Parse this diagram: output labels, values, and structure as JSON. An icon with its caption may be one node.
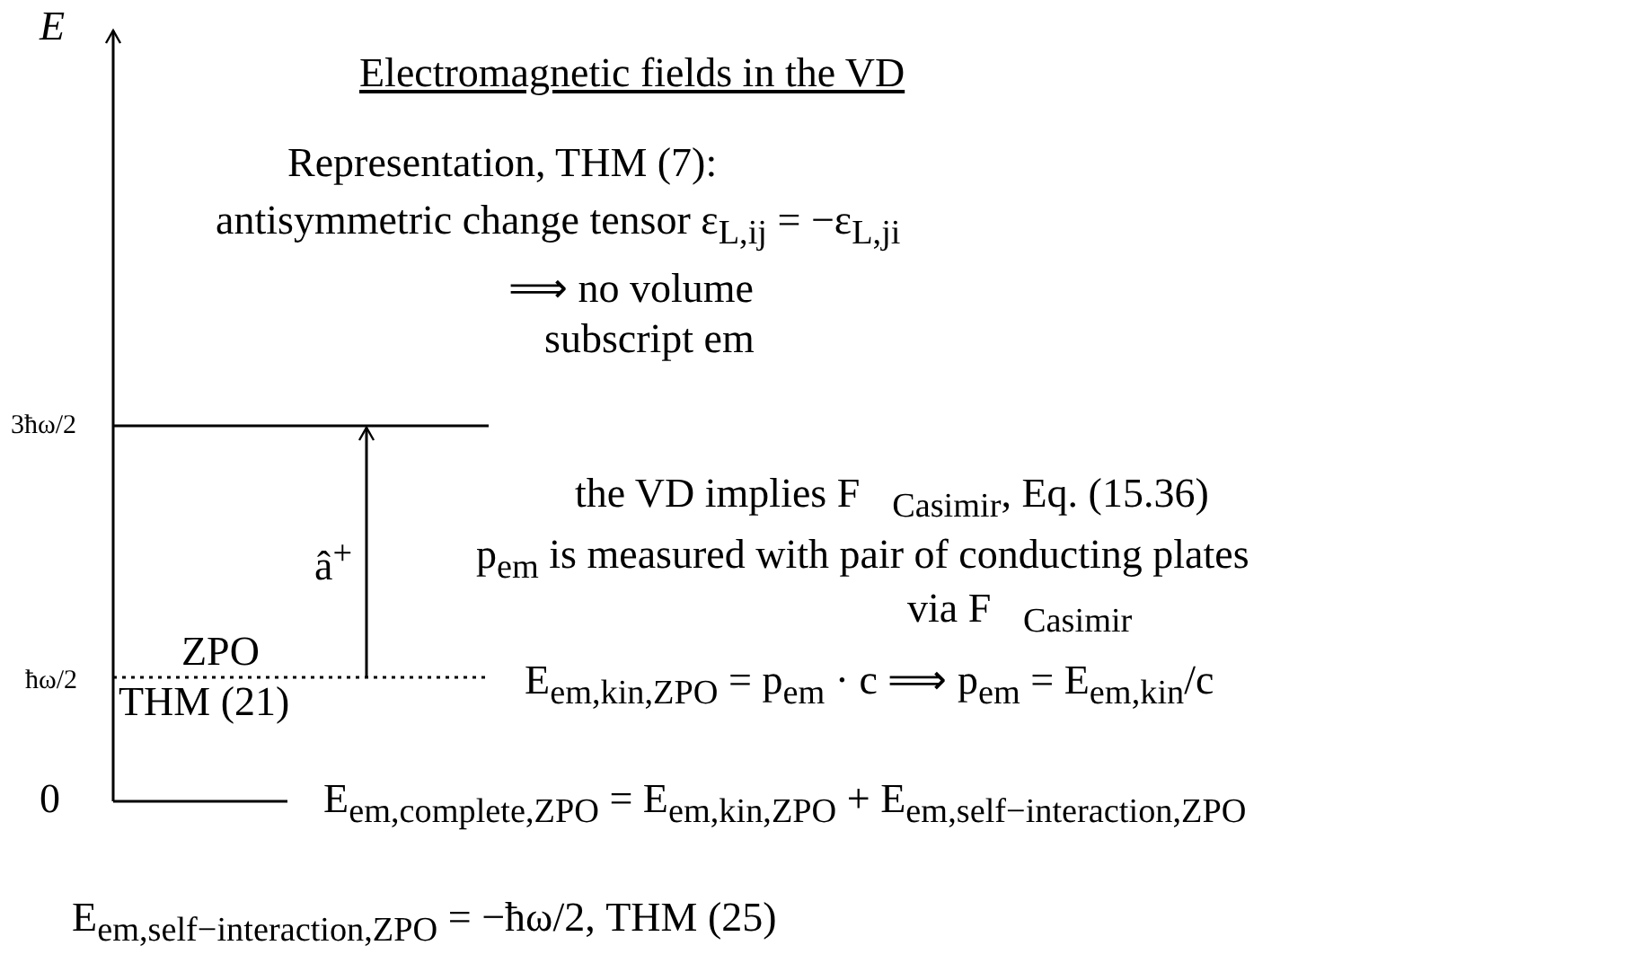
{
  "diagram": {
    "title": "Electromagnetic fields in the VD",
    "labels": [
      "E",
      "Representation, THM (7):",
      "antisymmetric change tensor ε$_{L,ij}$ = −ε$_{L,ji}$",
      "⟹ no volume",
      "subscript em",
      "3ħω/2",
      "the VD implies F⃗$_{Casimir}$, Eq. (15.36)",
      "â$^{+}$",
      "p$_{em}$ is measured with pair of conducting plates",
      "via F⃗$_{Casimir}$",
      "ħω/2",
      "ZPO",
      "E$_{em,kin,ZPO}$ = p$_{em}$ · c ⟹ p$_{em}$ = E$_{em,kin}$/c",
      "THM (21)",
      "0",
      "E$_{em,complete,ZPO}$ = E$_{em,kin,ZPO}$ + E$_{em,self−interaction,ZPO}$",
      "E$_{em,self−interaction,ZPO}$ = −ħω/2,   THM (25)"
    ]
  }
}
